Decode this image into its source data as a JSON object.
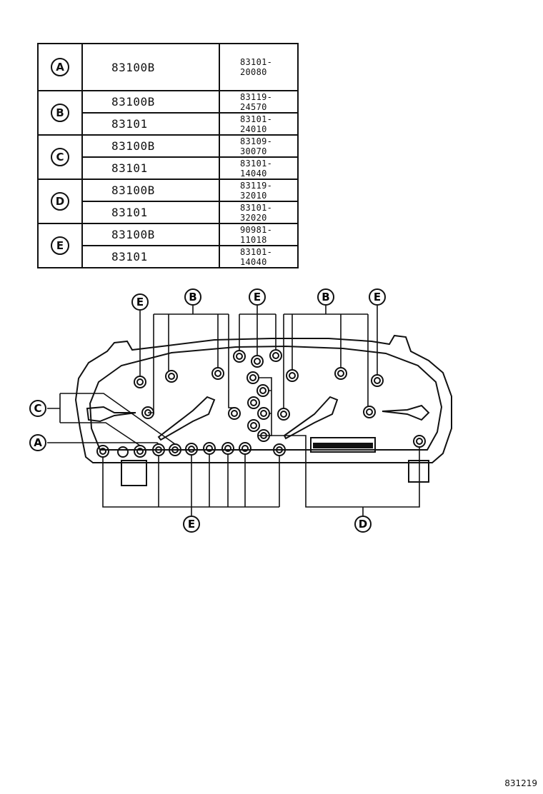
{
  "table": {
    "groups": [
      {
        "key": "A",
        "rows": [
          {
            "part": "83100B",
            "partno": "83101-20080"
          }
        ]
      },
      {
        "key": "B",
        "rows": [
          {
            "part": "83100B",
            "partno": "83119-24570"
          },
          {
            "part": "83101",
            "partno": "83101-24010"
          }
        ]
      },
      {
        "key": "C",
        "rows": [
          {
            "part": "83100B",
            "partno": "83109-30070"
          },
          {
            "part": "83101",
            "partno": "83101-14040"
          }
        ]
      },
      {
        "key": "D",
        "rows": [
          {
            "part": "83100B",
            "partno": "83119-32010"
          },
          {
            "part": "83101",
            "partno": "83101-32020"
          }
        ]
      },
      {
        "key": "E",
        "rows": [
          {
            "part": "83100B",
            "partno": "90981-11018"
          },
          {
            "part": "83101",
            "partno": "83101-14040"
          }
        ]
      }
    ]
  },
  "diagram": {
    "callouts": {
      "e_top_left": "E",
      "b_top_left": "B",
      "e_top_center": "E",
      "b_top_right": "B",
      "e_top_right": "E",
      "c_left": "C",
      "a_left": "A",
      "e_bottom": "E",
      "d_bottom": "D"
    }
  },
  "reference_code": "831219"
}
